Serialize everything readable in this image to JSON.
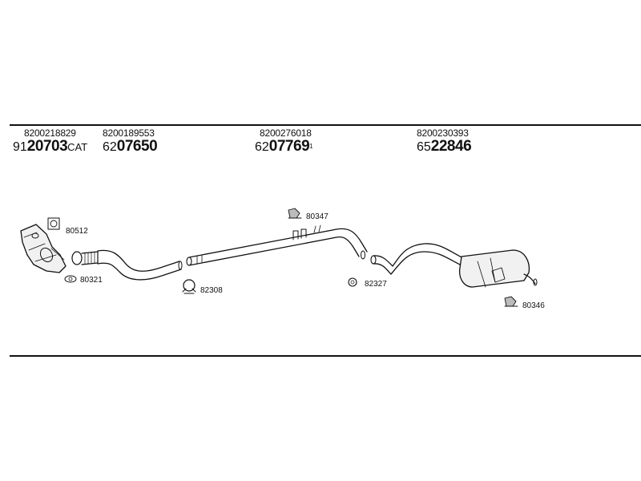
{
  "columns": [
    {
      "oem": "8200218829",
      "prefix": "91",
      "main": "20703",
      "suffix": "CAT"
    },
    {
      "oem": "8200189553",
      "prefix": "62",
      "main": "07650",
      "suffix": ""
    },
    {
      "oem": "8200276018",
      "prefix": "62",
      "main": "07769",
      "suffix": "1"
    },
    {
      "oem": "8200230393",
      "prefix": "65",
      "main": "22846",
      "suffix": ""
    }
  ],
  "parts": {
    "p80512": "80512",
    "p80321": "80321",
    "p82308": "82308",
    "p80347": "80347",
    "p82327": "82327",
    "p80346": "80346"
  }
}
